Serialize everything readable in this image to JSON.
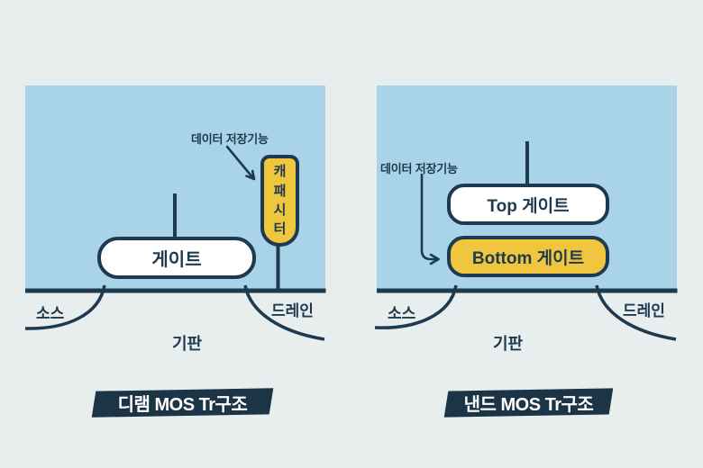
{
  "colors": {
    "background": "#e8edee",
    "panel_blue": "#a9d3e8",
    "line_navy": "#1e3a4e",
    "badge_navy": "#1c3546",
    "highlight_yellow": "#efc63d",
    "box_white": "#ffffff"
  },
  "left_diagram": {
    "annotation": "데이터 저장기능",
    "gate_label": "게이트",
    "capacitor_label": "캐패시터",
    "source_label": "소스",
    "drain_label": "드레인",
    "substrate_label": "기판",
    "badge": "디램 MOS Tr구조"
  },
  "right_diagram": {
    "annotation": "데이터 저장기능",
    "top_gate_label": "Top 게이트",
    "bottom_gate_label": "Bottom 게이트",
    "source_label": "소스",
    "drain_label": "드레인",
    "substrate_label": "기판",
    "badge": "낸드 MOS Tr구조"
  }
}
